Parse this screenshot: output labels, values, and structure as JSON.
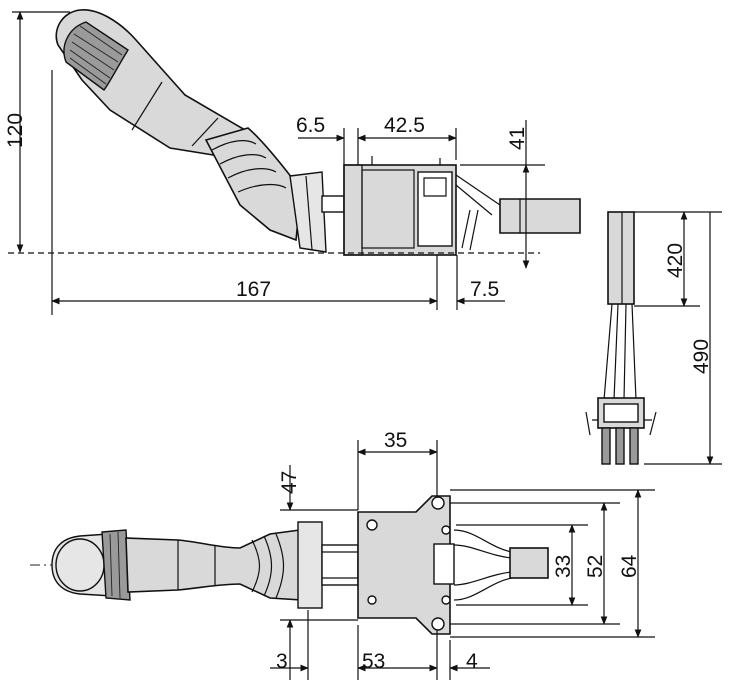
{
  "dimensions": {
    "d120": "120",
    "d6_5": "6.5",
    "d42_5": "42.5",
    "d41": "41",
    "d167": "167",
    "d7_5": "7.5",
    "d420": "420",
    "d490": "490",
    "d35": "35",
    "d47": "47",
    "d33": "33",
    "d52": "52",
    "d64": "64",
    "d3": "3",
    "d53": "53",
    "d4": "4"
  },
  "colors": {
    "line": "#111111",
    "body_fill": "#d9d9d9",
    "dark_fill": "#9a9a9a"
  }
}
